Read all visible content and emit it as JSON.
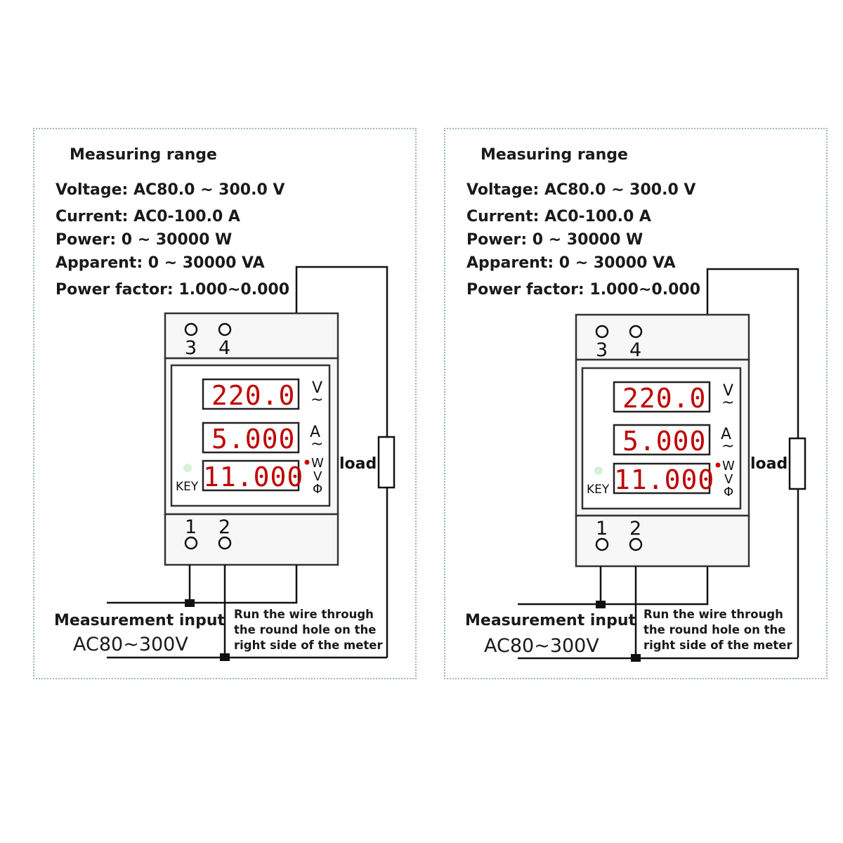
{
  "spec": {
    "heading": "Measuring range",
    "lines": [
      "Voltage: AC80.0 ~ 300.0 V",
      "Current: AC0-100.0 A",
      "Power: 0 ~ 30000 W",
      "Apparent: 0 ~ 30000 VA",
      "Power factor: 1.000~0.000"
    ]
  },
  "meter": {
    "top_terminals": [
      "3",
      "4"
    ],
    "bottom_terminals": [
      "1",
      "2"
    ],
    "display_values": [
      "220.0",
      "5.000",
      "11.000"
    ],
    "units": {
      "voltage": "V",
      "current": "A",
      "ac_symbol": "~",
      "power": "W",
      "apparent": "V",
      "power_factor": "Φ"
    },
    "key_label": "KEY"
  },
  "load_label": "load",
  "measurement": {
    "label": "Measurement input",
    "range": "AC80~300V"
  },
  "note_lines": [
    "Run the wire through",
    "the round hole on the",
    "right side of the meter"
  ]
}
